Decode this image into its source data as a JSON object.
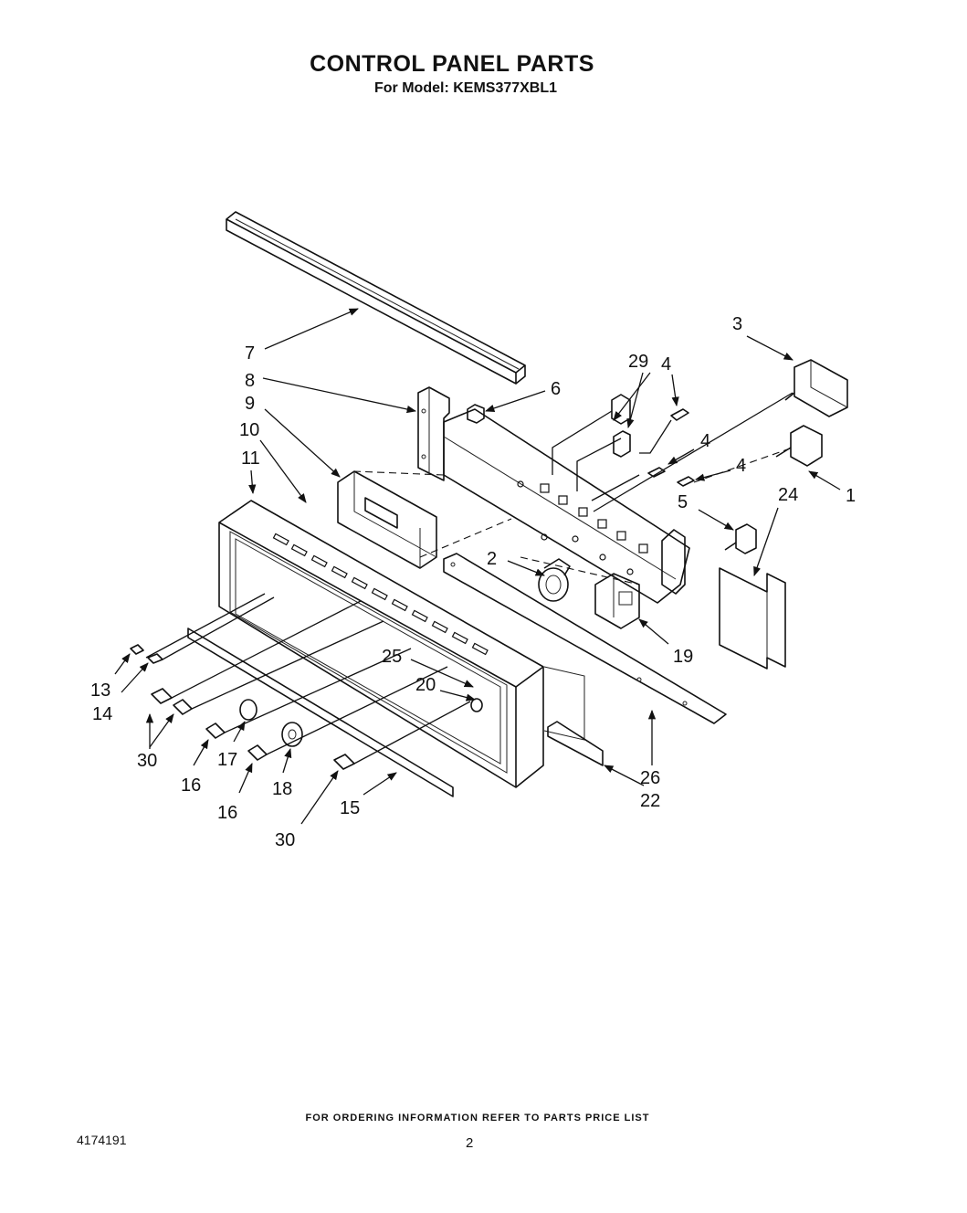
{
  "header": {
    "title": "CONTROL PANEL PARTS",
    "subtitle": "For Model: KEMS377XBL1"
  },
  "footer": {
    "ordering_note": "FOR ORDERING INFORMATION REFER TO PARTS PRICE LIST",
    "document_number": "4174191",
    "page_number": "2"
  },
  "callouts": {
    "c1": "1",
    "c2": "2",
    "c3": "3",
    "c4a": "4",
    "c4b": "4",
    "c4c": "4",
    "c5": "5",
    "c6": "6",
    "c7": "7",
    "c8": "8",
    "c9": "9",
    "c10": "10",
    "c11": "11",
    "c13": "13",
    "c14": "14",
    "c15": "15",
    "c16a": "16",
    "c16b": "16",
    "c17": "17",
    "c18": "18",
    "c19": "19",
    "c20": "20",
    "c22": "22",
    "c24": "24",
    "c25": "25",
    "c26": "26",
    "c29": "29",
    "c30a": "30",
    "c30b": "30"
  }
}
